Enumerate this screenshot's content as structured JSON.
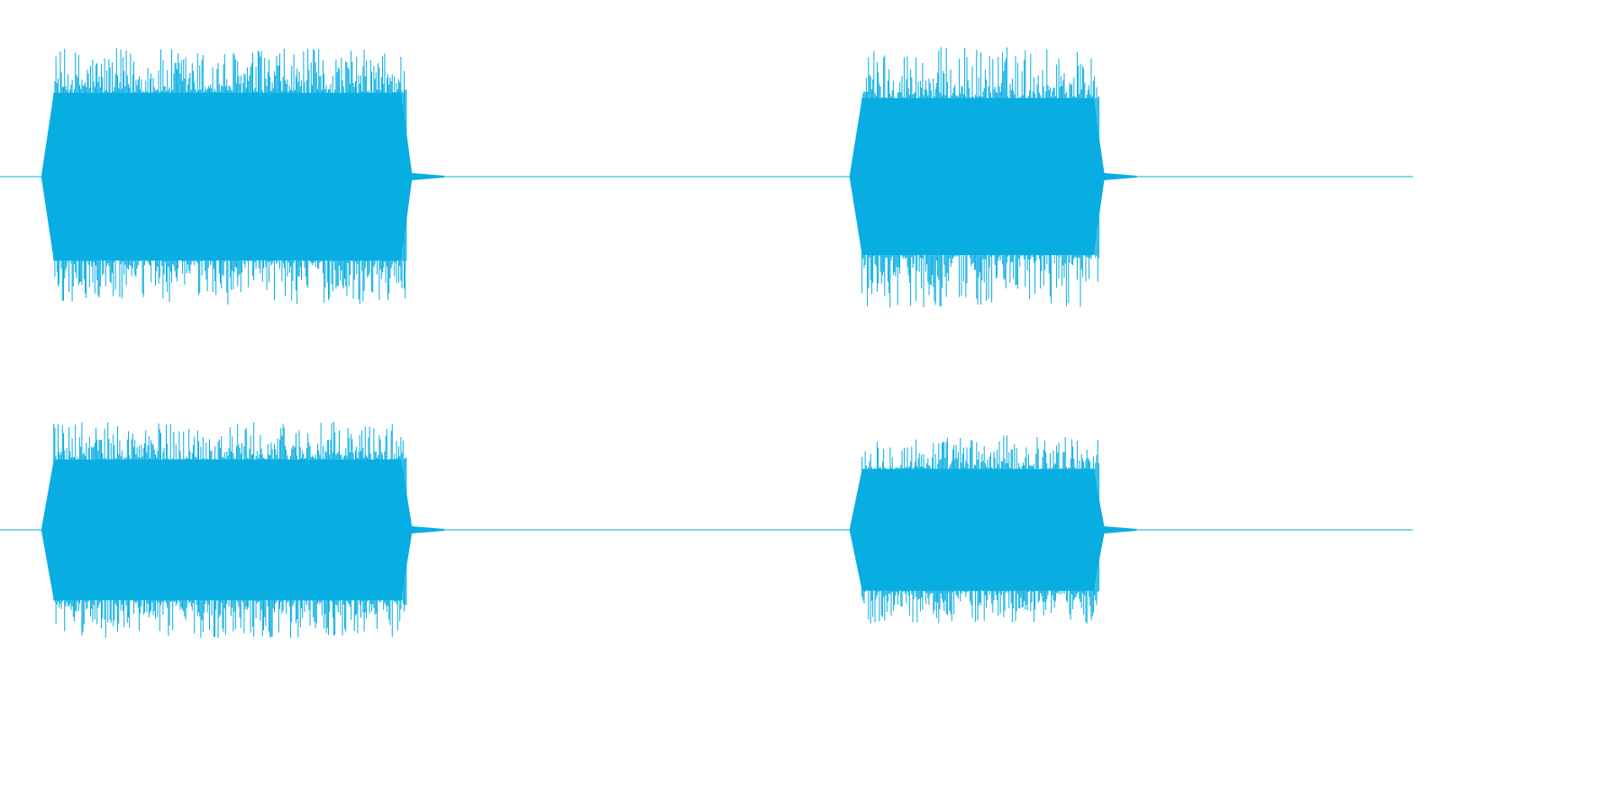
{
  "waveform": {
    "color": "#08aee2",
    "background": "#ffffff",
    "channels": [
      {
        "name": "",
        "segments": [
          {
            "start": 0.033,
            "end": 0.289,
            "level": 0.62,
            "peak": 0.95
          },
          {
            "start": 0.605,
            "end": 0.779,
            "level": 0.58,
            "peak": 0.97
          }
        ]
      },
      {
        "name": "",
        "segments": [
          {
            "start": 0.033,
            "end": 0.289,
            "level": 0.52,
            "peak": 0.8
          },
          {
            "start": 0.605,
            "end": 0.779,
            "level": 0.45,
            "peak": 0.7
          }
        ]
      }
    ]
  }
}
